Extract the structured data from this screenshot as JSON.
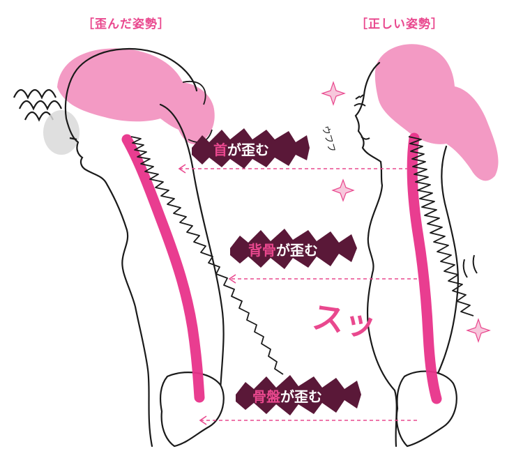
{
  "headings": {
    "bad": "［歪んだ姿勢］",
    "good": "［正しい姿勢］"
  },
  "labels": {
    "neck": {
      "accent": "首",
      "rest": "が歪む"
    },
    "spine": {
      "accent": "背骨",
      "rest": "が歪む"
    },
    "pelvis": {
      "accent": "骨盤",
      "rest": "が歪む"
    }
  },
  "annotations": {
    "giggle": "ウフフ",
    "swoosh": "スッ"
  },
  "colors": {
    "accent": "#e9488e",
    "hair_pink": "#f39ac4",
    "spine_magenta": "#e8338a",
    "badge_dark": "#5a1838",
    "line": "#1a1a1a"
  }
}
